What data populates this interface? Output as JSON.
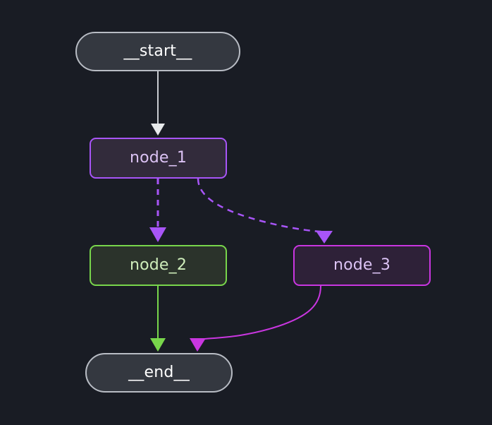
{
  "diagram": {
    "type": "flowchart",
    "title": "",
    "background_color": "#191c24",
    "nodes": [
      {
        "id": "start",
        "label": "__start__",
        "shape": "stadium",
        "fill": "#343840",
        "stroke": "#b8bcc4",
        "text_color": "#ffffff"
      },
      {
        "id": "node_1",
        "label": "node_1",
        "shape": "rounded-rect",
        "fill": "#322b3b",
        "stroke": "#a855f7",
        "text_color": "#dcc3f5"
      },
      {
        "id": "node_2",
        "label": "node_2",
        "shape": "rounded-rect",
        "fill": "#2b332b",
        "stroke": "#78d64b",
        "text_color": "#cfeebb"
      },
      {
        "id": "node_3",
        "label": "node_3",
        "shape": "rounded-rect",
        "fill": "#2e2138",
        "stroke": "#c936e0",
        "text_color": "#dcc3f5"
      },
      {
        "id": "end",
        "label": "__end__",
        "shape": "stadium",
        "fill": "#343840",
        "stroke": "#b8bcc4",
        "text_color": "#ffffff"
      }
    ],
    "edges": [
      {
        "id": "start-to-node_1",
        "from": "start",
        "to": "node_1",
        "label": "",
        "style": "solid",
        "color": "#c9ccd1",
        "arrowhead": true
      },
      {
        "id": "node_1-to-node_2",
        "from": "node_1",
        "to": "node_2",
        "label": "",
        "style": "dashed",
        "color": "#a855f7",
        "arrowhead": true
      },
      {
        "id": "node_1-to-node_3",
        "from": "node_1",
        "to": "node_3",
        "label": "",
        "style": "dashed",
        "color": "#a855f7",
        "arrowhead": true
      },
      {
        "id": "node_2-to-end",
        "from": "node_2",
        "to": "end",
        "label": "",
        "style": "solid",
        "color": "#78d64b",
        "arrowhead": true
      },
      {
        "id": "node_3-to-end",
        "from": "node_3",
        "to": "end",
        "label": "",
        "style": "solid",
        "color": "#c936e0",
        "arrowhead": true
      }
    ]
  }
}
